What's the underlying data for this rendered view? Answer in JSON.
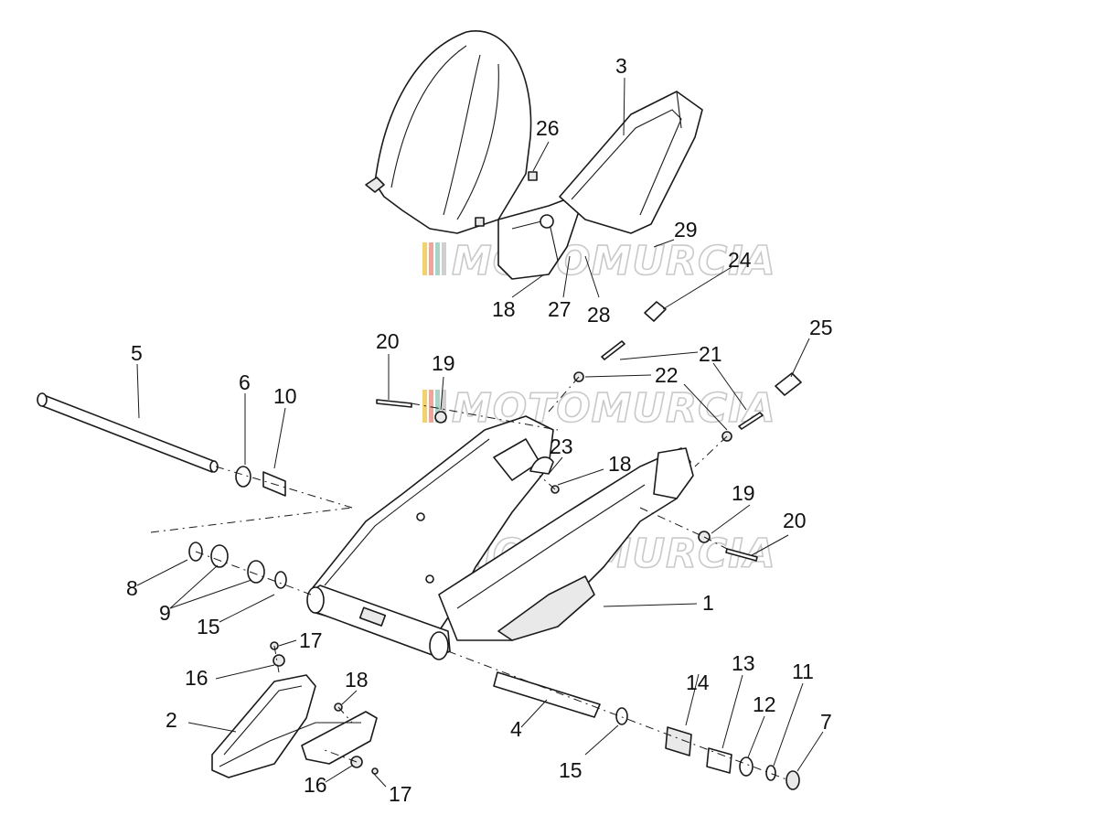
{
  "watermark": {
    "text": "MOTOMURCIA",
    "stripe_colors": [
      "#f3d26b",
      "#f0a59a",
      "#a8d4c8",
      "#cfcfcf"
    ]
  },
  "callouts": [
    "1",
    "2",
    "3",
    "4",
    "5",
    "6",
    "7",
    "8",
    "9",
    "10",
    "11",
    "12",
    "13",
    "14",
    "15",
    "15",
    "16",
    "16",
    "17",
    "17",
    "18",
    "18",
    "18",
    "19",
    "19",
    "20",
    "20",
    "21",
    "22",
    "23",
    "24",
    "25",
    "26",
    "27",
    "28",
    "29"
  ]
}
